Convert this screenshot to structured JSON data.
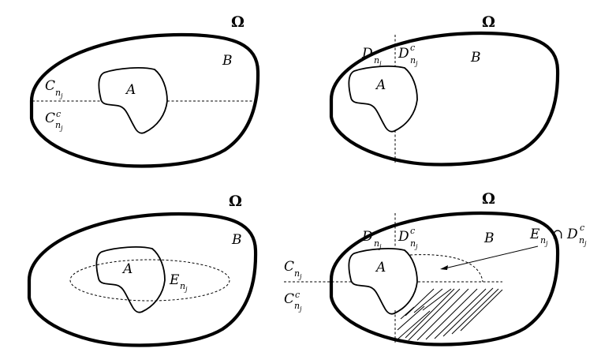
{
  "figure": {
    "panels": [
      {
        "id": "top-left",
        "labels": {
          "omega": "Ω",
          "set_b": "B",
          "set_a": "A",
          "c_main": "C",
          "c_sub": "n",
          "c_subsub": "j",
          "cc_main": "C",
          "cc_sup": "c",
          "cc_sub": "n",
          "cc_subsub": "j"
        }
      },
      {
        "id": "top-right",
        "labels": {
          "omega": "Ω",
          "set_b": "B",
          "set_a": "A",
          "d_main": "D",
          "d_sub": "n",
          "d_subsub": "j",
          "dc_main": "D",
          "dc_sup": "c",
          "dc_sub": "n",
          "dc_subsub": "j"
        }
      },
      {
        "id": "bottom-left",
        "labels": {
          "omega": "Ω",
          "set_b": "B",
          "set_a": "A",
          "e_main": "E",
          "e_sub": "n",
          "e_subsub": "j"
        }
      },
      {
        "id": "bottom-right",
        "labels": {
          "omega": "Ω",
          "set_b": "B",
          "set_a": "A",
          "c_main": "C",
          "c_sub": "n",
          "c_subsub": "j",
          "cc_main": "C",
          "cc_sup": "c",
          "cc_sub": "n",
          "cc_subsub": "j",
          "d_main": "D",
          "d_sub": "n",
          "d_subsub": "j",
          "dc_main": "D",
          "dc_sup": "c",
          "dc_sub": "n",
          "dc_subsub": "j",
          "annot_e": "E",
          "annot_e_sub": "n",
          "annot_e_subsub": "j",
          "annot_cap": "∩",
          "annot_d": "D",
          "annot_d_sup": "c",
          "annot_d_sub": "n",
          "annot_d_subsub": "j"
        }
      }
    ],
    "colors": {
      "stroke": "#000000",
      "background": "#ffffff"
    }
  }
}
